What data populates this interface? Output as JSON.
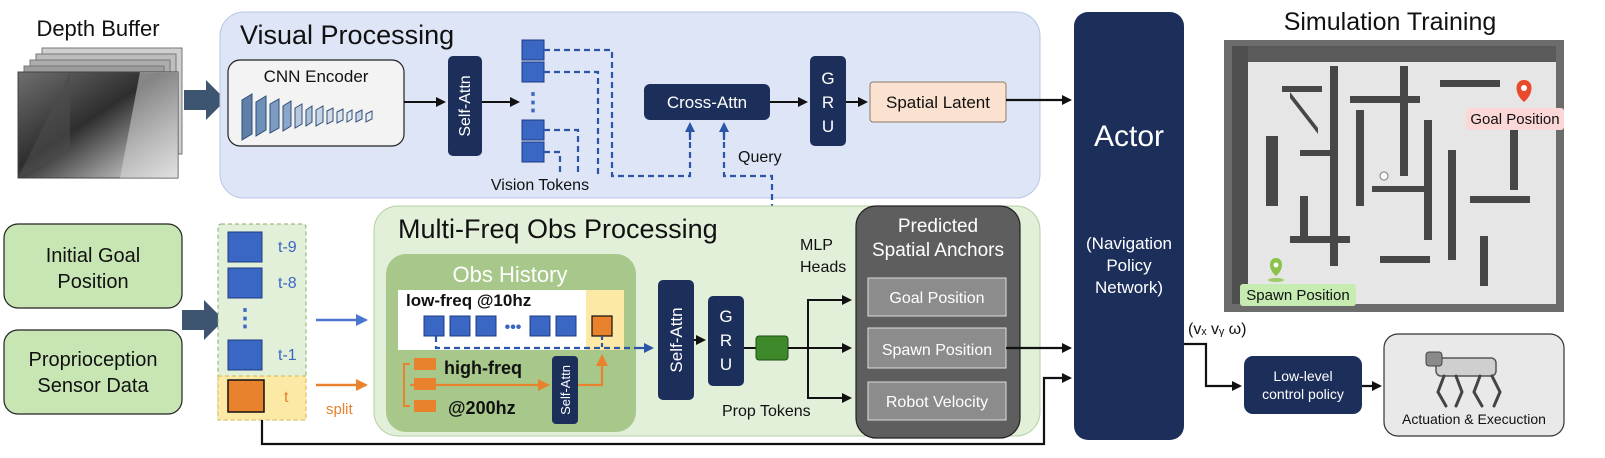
{
  "depth_buffer": {
    "title": "Depth Buffer"
  },
  "visual": {
    "title": "Visual Processing",
    "cnn": "CNN Encoder",
    "self_attn": "Self-Attn",
    "tokens_label": "Vision Tokens",
    "token_dots": "⋮",
    "cross_attn": "Cross-Attn",
    "gru": [
      "G",
      "R",
      "U"
    ],
    "latent": "Spatial Latent",
    "query": "Query"
  },
  "actor": {
    "title": "Actor",
    "subtitle": [
      "(Navigation",
      "Policy",
      "Network)"
    ]
  },
  "sim": {
    "title": "Simulation Training",
    "goal": "Goal Position",
    "spawn": "Spawn Position"
  },
  "inputs": {
    "goal": [
      "Initial Goal",
      "Position"
    ],
    "proprio": [
      "Proprioception",
      "Sensor Data"
    ]
  },
  "stack": {
    "labels": [
      "t-9",
      "t-8",
      "t-1",
      "t"
    ],
    "dots": "⋮",
    "split": "split"
  },
  "multifreq": {
    "title": "Multi-Freq Obs Processing",
    "history": {
      "title": "Obs History",
      "low": "low-freq @10hz",
      "high": "high-freq",
      "rate": "@200hz",
      "self_attn": "Self-Attn",
      "dots": "•••"
    },
    "self_attn": "Self-Attn",
    "gru": [
      "G",
      "R",
      "U"
    ],
    "prop_tokens": "Prop Tokens",
    "mlp": [
      "MLP",
      "Heads"
    ]
  },
  "anchors": {
    "title": [
      "Predicted",
      "Spatial Anchors"
    ],
    "items": [
      "Goal Position",
      "Spawn Position",
      "Robot Velocity"
    ]
  },
  "velocity": "(vₓ vᵧ ω)",
  "lowlevel": [
    "Low-level",
    "control policy"
  ],
  "actuation": "Actuation & Execuction",
  "colors": {
    "visual_bg": "#dde5f6",
    "multifreq_bg": "#e2efd9",
    "history_bg": "#a7c88a",
    "navy": "#1c2f5b",
    "token_blue": "#3a66c4",
    "orange": "#e8822d",
    "input_green": "#c8e6b4",
    "anchors_bg": "#5e5e5e",
    "latent_bg": "#fbe1cf",
    "goal_pill": "#fbd7d7",
    "spawn_pill": "#c6ecb2"
  }
}
